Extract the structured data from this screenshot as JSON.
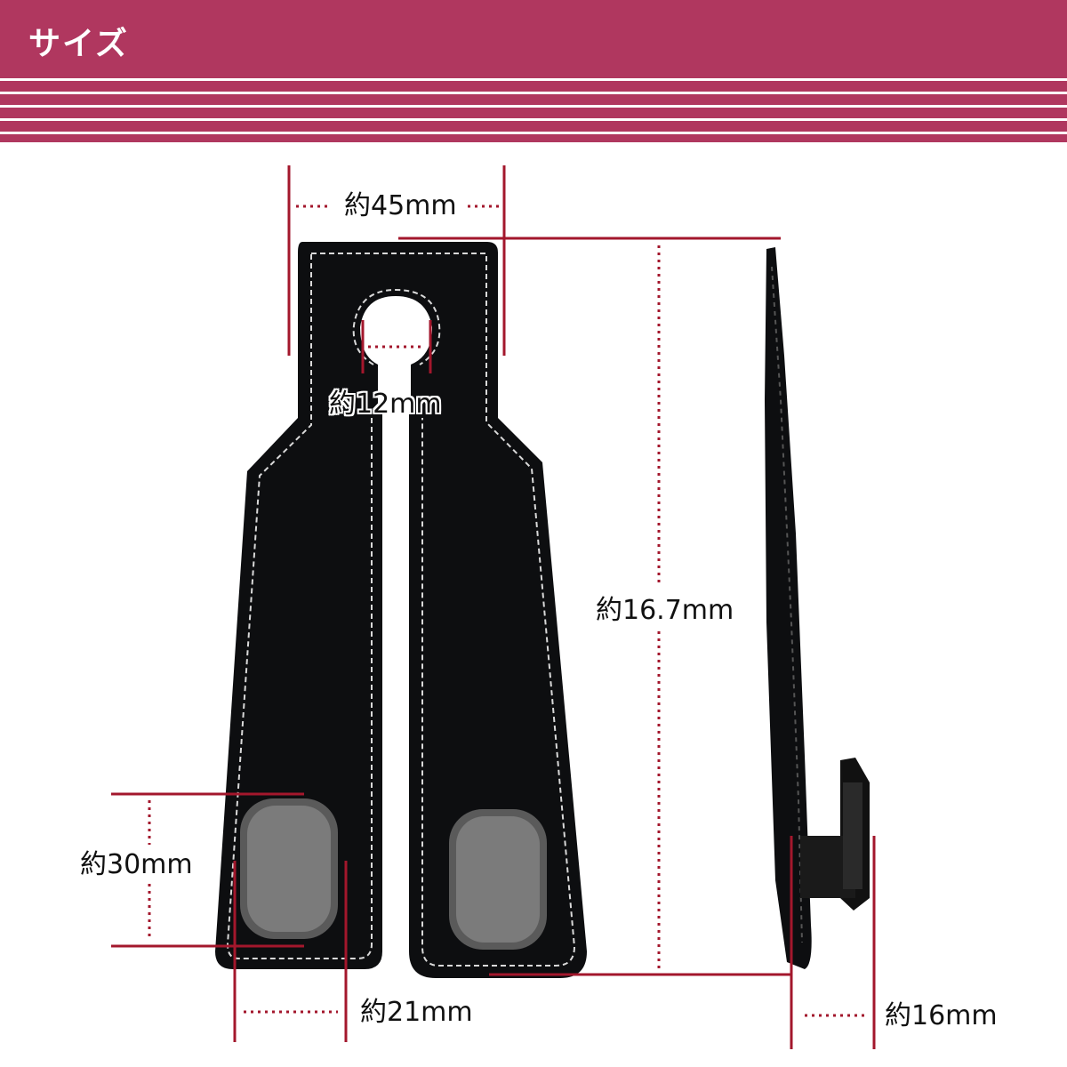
{
  "header": {
    "title": "サイズ"
  },
  "colors": {
    "header_bg": "#b0375f",
    "dimension_line": "#a3172c",
    "strap": "#0d0e10",
    "stitch": "#d9d9d9",
    "magnet": "#6f6f6f"
  },
  "dimensions": {
    "width_top": "約45mm",
    "hole": "約12mm",
    "length": "約16.7mm",
    "magnet_height": "約30mm",
    "magnet_width": "約21mm",
    "side_depth": "約16mm"
  }
}
